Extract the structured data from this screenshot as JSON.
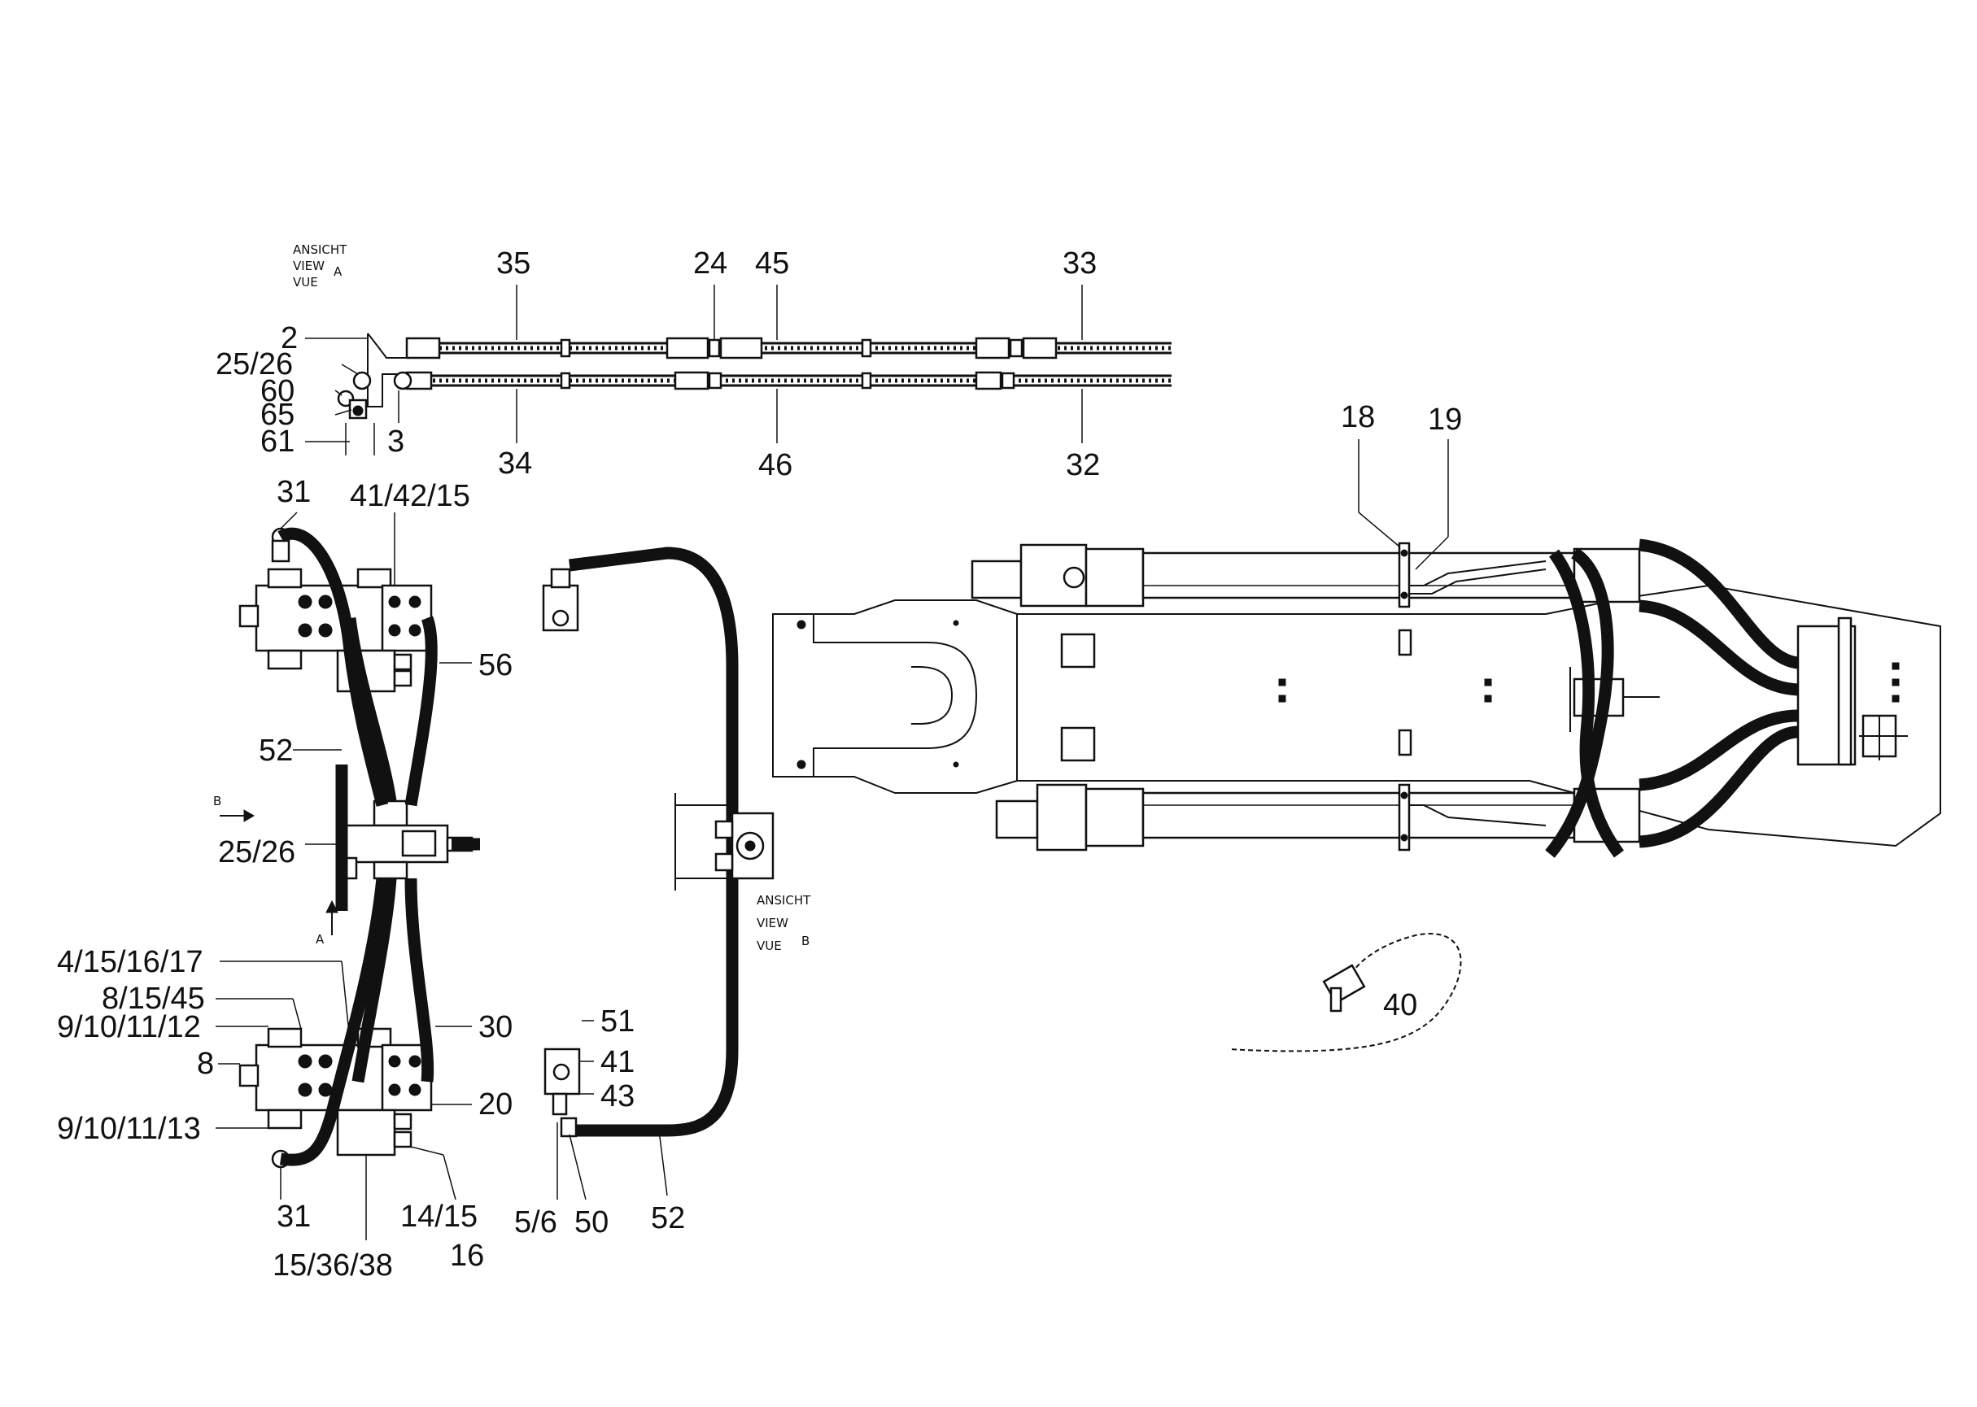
{
  "views": {
    "view_a": {
      "line1": "ANSICHT",
      "line2": "VIEW",
      "line3": "VUE",
      "letter": "A"
    },
    "view_b": {
      "line1": "ANSICHT",
      "line2": "VIEW",
      "line3": "VUE",
      "letter": "B"
    }
  },
  "arrows": {
    "b": "B",
    "a": "A"
  },
  "labels": {
    "l35": "35",
    "l24": "24",
    "l45a": "45",
    "l33": "33",
    "l2": "2",
    "l25_26a": "25/26",
    "l60": "60",
    "l65": "65",
    "l61": "61",
    "l3": "3",
    "l34": "34",
    "l46": "46",
    "l32": "32",
    "l18": "18",
    "l19": "19",
    "l31a": "31",
    "l41_42_15": "41/42/15",
    "l56": "56",
    "l52a": "52",
    "l25_26b": "25/26",
    "l4_15_16_17": "4/15/16/17",
    "l8_15_45": "8/15/45",
    "l9_10_11_12": "9/10/11/12",
    "l8": "8",
    "l9_10_11_13": "9/10/11/13",
    "l30": "30",
    "l20": "20",
    "l31b": "31",
    "l14_15": "14/15",
    "l15_36_38": "15/36/38",
    "l16": "16",
    "l51": "51",
    "l41": "41",
    "l43": "43",
    "l5_6": "5/6",
    "l50": "50",
    "l52b": "52",
    "l40": "40"
  }
}
